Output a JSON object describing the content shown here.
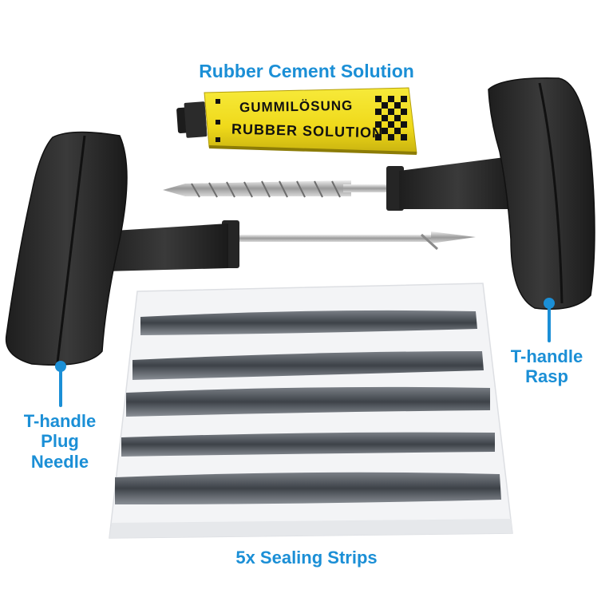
{
  "labels": {
    "cement": "Rubber Cement Solution",
    "plug_line1": "T-handle",
    "plug_line2": "Plug",
    "plug_line3": "Needle",
    "rasp_line1": "T-handle",
    "rasp_line2": "Rasp",
    "strips": "5x Sealing Strips"
  },
  "tube": {
    "text_top": "GUMMILÖSUNG",
    "text_bottom": "RUBBER SOLUTION"
  },
  "colors": {
    "accent": "#1b8fd6",
    "handle": "#2a2a2a",
    "tube": "#f2e21a"
  }
}
